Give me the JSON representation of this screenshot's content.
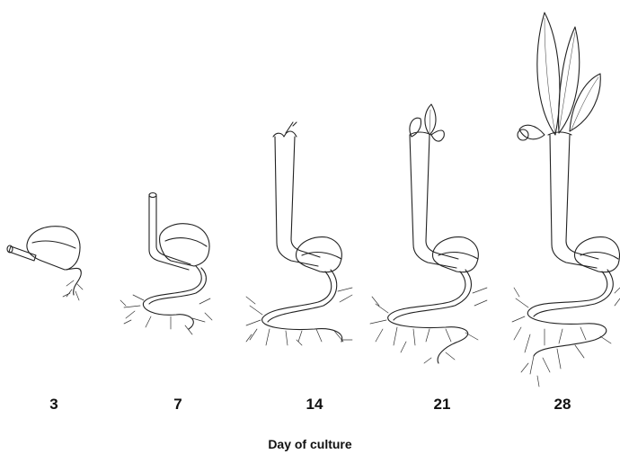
{
  "stages": [
    {
      "id": "d3",
      "label": "3"
    },
    {
      "id": "d7",
      "label": "7"
    },
    {
      "id": "d14",
      "label": "14"
    },
    {
      "id": "d21",
      "label": "21"
    },
    {
      "id": "d28",
      "label": "28"
    }
  ],
  "axis_title": "Day of culture"
}
